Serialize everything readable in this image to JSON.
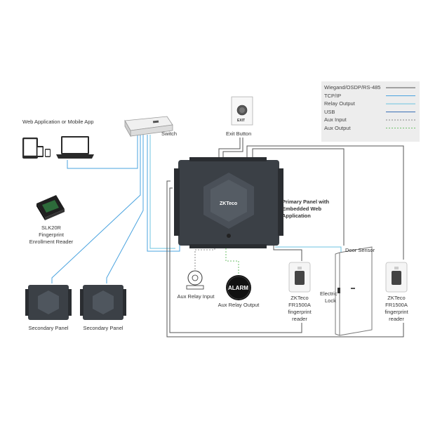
{
  "legend": {
    "items": [
      {
        "label": "Wiegand/OSDP/RS-485",
        "color": "#555555",
        "style": "solid"
      },
      {
        "label": "TCP/IP",
        "color": "#4aa3df",
        "style": "solid"
      },
      {
        "label": "Relay Output",
        "color": "#6cc3e0",
        "style": "solid"
      },
      {
        "label": "USB",
        "color": "#3a6fb5",
        "style": "solid"
      },
      {
        "label": "Aux Input",
        "color": "#888888",
        "style": "dashed"
      },
      {
        "label": "Aux Output",
        "color": "#6dbf6a",
        "style": "dashed"
      }
    ]
  },
  "labels": {
    "web_app": "Web Application or Mobile App",
    "switch": "Switch",
    "exit_button": "Exit Button",
    "exit_text": "EXIT",
    "primary_panel_1": "Primary Panel with",
    "primary_panel_2": "Embedded Web",
    "primary_panel_3": "Application",
    "brand": "ZKTeco",
    "slk_1": "SLK20R",
    "slk_2": "Fingerprint",
    "slk_3": "Enrollment Reader",
    "secondary_panel_a": "Secondary Panel",
    "secondary_panel_b": "Secondary Panel",
    "aux_relay_input": "Aux Relay Input",
    "aux_relay_output": "Aux Relay Output",
    "alarm": "ALARM",
    "reader_left_1": "ZKTeco",
    "reader_left_2": "FR1500A",
    "reader_left_3": "fingerprint",
    "reader_left_4": "reader",
    "reader_right_1": "ZKTeco",
    "reader_right_2": "FR1500A",
    "reader_right_3": "fingerprint",
    "reader_right_4": "reader",
    "electric_lock_1": "Electric",
    "electric_lock_2": "Lock",
    "door_sensor": "Door Sensor"
  }
}
